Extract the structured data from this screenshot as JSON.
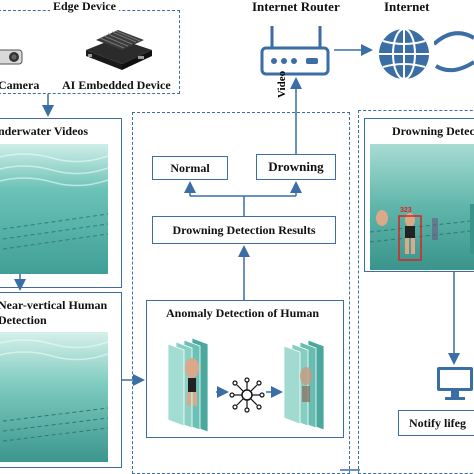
{
  "edge": {
    "title": "Edge Device",
    "camera_label": "Camera",
    "ai_device_label": "AI Embedded Device"
  },
  "network": {
    "router_label": "Internet Router",
    "internet_label": "Internet",
    "video_label": "Video"
  },
  "left_panel": {
    "videos_label": "nderwater Videos",
    "detection_label_line1": "Near-vertical  Human",
    "detection_label_line2": "Detection"
  },
  "middle_panel": {
    "normal_label": "Normal",
    "drowning_label": "Drowning",
    "results_label": "Drowning Detection Results",
    "anomaly_label": "Anomaly Detection of Human"
  },
  "right_panel": {
    "title": "Drowning Detect",
    "notify_label": "Notify lifeg",
    "bbox_label": "323"
  },
  "colors": {
    "accent": "#3a6ea5",
    "water_light": "#9fd8cf",
    "water_dark": "#3f9f96",
    "alert": "#e02020"
  }
}
